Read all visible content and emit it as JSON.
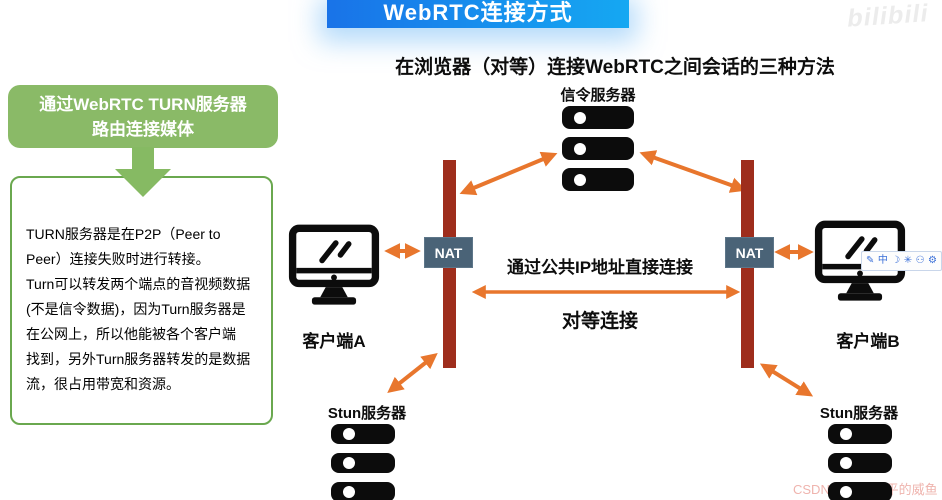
{
  "header": {
    "title": "WebRTC连接方式",
    "subtitle": "在浏览器（对等）连接WebRTC之间会话的三种方法"
  },
  "left_panel": {
    "green_box_text": "通过WebRTC TURN服务器\n路由连接媒体",
    "note_text": "TURN服务器是在P2P（Peer to\nPeer）连接失败时进行转接。\nTurn可以转发两个端点的音视频数据\n(不是信令数据)，因为Turn服务器是\n在公网上，所以他能被各个客户端\n找到，另外Turn服务器转发的是数据\n流，很占用带宽和资源。"
  },
  "diagram": {
    "signaling_server_label": "信令服务器",
    "stun_server_left_label": "Stun服务器",
    "stun_server_right_label": "Stun服务器",
    "client_a_label": "客户端A",
    "client_b_label": "客户端B",
    "nat_left_label": "NAT",
    "nat_right_label": "NAT",
    "direct_connection_label": "通过公共IP地址直接连接",
    "peer_connection_label": "对等连接"
  },
  "ime_toolbar": {
    "icons": [
      "✎",
      "中",
      "☽",
      "✳",
      "⚇",
      "⚙"
    ]
  },
  "watermarks": {
    "bilibili": "bilibili",
    "csdn": "CSDN @只想躺平的威鱼"
  },
  "colors": {
    "accent_orange": "#e8762d",
    "nat_bar_red": "#9e2d1c",
    "nat_badge_blue": "#4a6377",
    "green": "#8aba67",
    "title_gradient_start": "#1973e8",
    "title_gradient_end": "#15a8f2"
  }
}
